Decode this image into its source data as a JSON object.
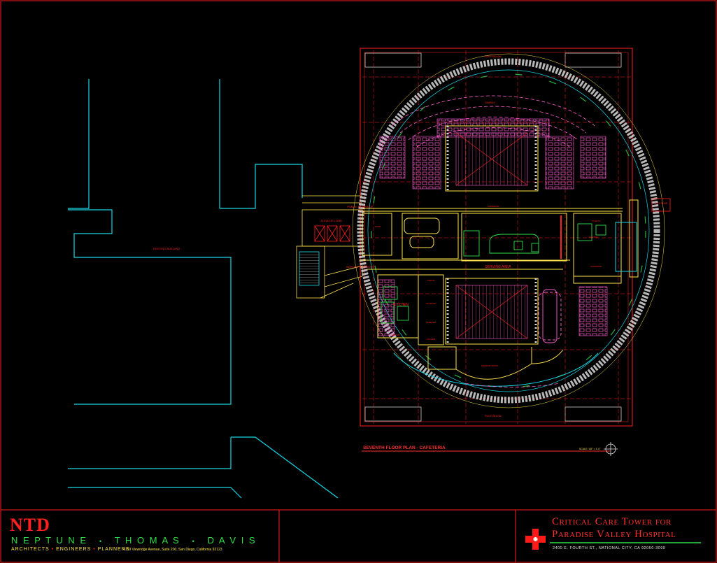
{
  "drawing": {
    "title": "SEVENTH FLOOR PLAN - CAFETERIA",
    "scale": "SCALE: 1/8\" = 1'-0\"",
    "rooms": {
      "dining": "DINING",
      "public_corridor": "PUBLIC CORRIDOR",
      "service_corridor": "SERVICE CORRIDOR",
      "serving_area": "SERVING AREA",
      "kitchen": "KITCHEN",
      "elevator_lobby": "ELEVATOR LOBBY",
      "existing_building": "EXISTING BUILDING",
      "roof_below_top": "ROOF BELOW",
      "roof_below_bottom": "ROOF BELOW",
      "corridor_top": "CORRIDOR",
      "office": "OFFICE",
      "storage": "STORAGE",
      "freezer": "FREEZER",
      "cooler": "COOLER",
      "pantry": "PANTRY",
      "meeting_room": "MEETING ROOM",
      "vending": "VENDING",
      "stair": "STAIR",
      "corridor_right": "CORRIDOR",
      "toilets": "TOILETS",
      "exit_stair": "EXIT STAIR"
    }
  },
  "titleblock": {
    "firm_logo": "NTD",
    "firm_name": [
      "N E P T U N E",
      "T H O M A S",
      "D A V I S"
    ],
    "disciplines": [
      "ARCHITECTS",
      "ENGINEERS",
      "PLANNERS"
    ],
    "firm_address": "4719 Viewridge Avenue, Suite 200,     San Diego, California 92123",
    "project_line1": "Critical Care Tower for",
    "project_line2": "Paradise Valley Hospital",
    "project_address": "2400 E. FOURTH ST.,   NATIONAL CITY,   CA   92050-3099"
  },
  "colors": {
    "border": "#ff2020",
    "existing_outline": "#18d8e8",
    "walls": "#ffe34a",
    "furniture": "#ff5ed0",
    "grid": "#ff2020",
    "equipment": "#2fe04a",
    "trees": "#d8d8d8"
  }
}
